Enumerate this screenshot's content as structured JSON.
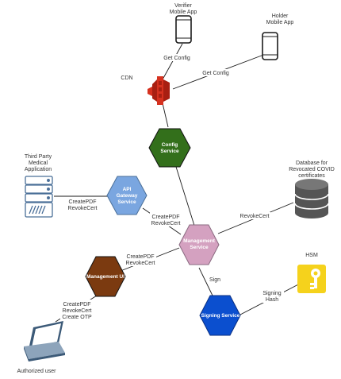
{
  "nodes": {
    "verifier": {
      "label_line1": "Verifier",
      "label_line2": "Mobile App",
      "icon": "smartphone-icon"
    },
    "holder": {
      "label_line1": "Holder",
      "label_line2": "Mobile App",
      "icon": "smartphone-icon"
    },
    "cdn": {
      "label": "CDN",
      "icon": "cdn-icon"
    },
    "config_service": {
      "label_line1": "Config",
      "label_line2": "Service",
      "color": "#336f1b"
    },
    "third_party": {
      "label_line1": "Third Party",
      "label_line2": "Medical",
      "label_line3": "Application",
      "icon": "server-icon"
    },
    "api_gateway": {
      "label_line1": "API",
      "label_line2": "Gateway",
      "label_line3": "Service",
      "color": "#7aa6e0"
    },
    "database": {
      "label_line1": "Database for",
      "label_line2": "Revocated COVID",
      "label_line3": "certificates",
      "icon": "database-icon"
    },
    "management_service": {
      "label_line1": "Management",
      "label_line2": "Service",
      "color": "#d4a1c0"
    },
    "hsm": {
      "label": "HSM",
      "icon": "key-icon"
    },
    "management_ui": {
      "label": "Management UI",
      "color": "#7b3a10"
    },
    "signing_service": {
      "label": "Signing Service",
      "color": "#0b4fcf"
    },
    "authorized_user": {
      "label": "Authorized user",
      "icon": "laptop-icon"
    }
  },
  "edges": {
    "verifier_cdn": "Get Config",
    "holder_cdn": "Get Config",
    "thirdparty_api": {
      "line1": "CreatePDF",
      "line2": "RevokeCert"
    },
    "api_mgmt": {
      "line1": "CreatePDF",
      "line2": "RevokeCert"
    },
    "mgmt_db": "RevokeCert",
    "ui_mgmt": {
      "line1": "CreatePDF",
      "line2": "RevokeCert"
    },
    "mgmt_signing": "Sign",
    "signing_hsm": {
      "line1": "Signing",
      "line2": "Hash"
    },
    "user_ui": {
      "line1": "CreatePDF",
      "line2": "RevokeCert",
      "line3": "Create OTP"
    }
  },
  "colors": {
    "line": "#1a1a1a",
    "cdn_red": "#d6311f",
    "cdn_dark": "#a81f12",
    "key_yellow": "#f5d21c",
    "icon_blue": "#4a6f98",
    "db_gray": "#555555"
  }
}
